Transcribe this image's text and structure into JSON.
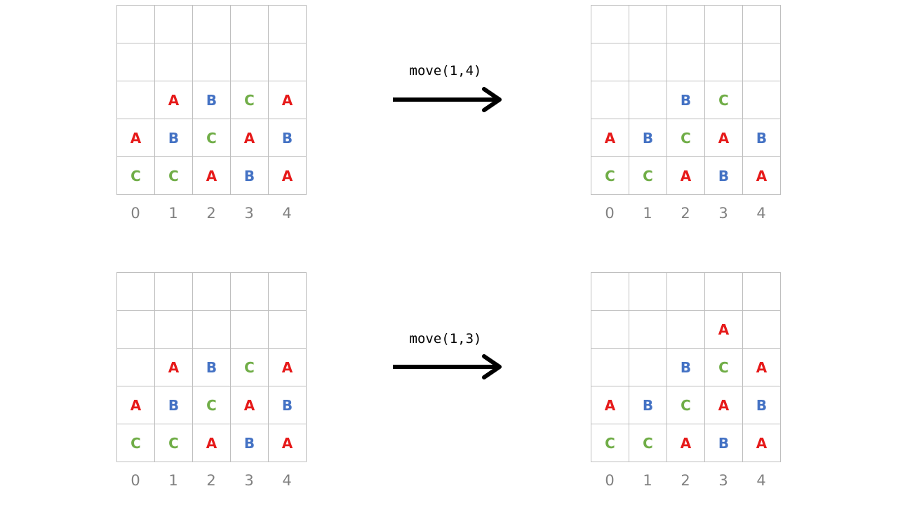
{
  "panels": [
    {
      "id": "top-left",
      "rows": [
        [
          "",
          "",
          "",
          "",
          ""
        ],
        [
          "",
          "",
          "",
          "",
          ""
        ],
        [
          "",
          "A",
          "B",
          "C",
          "A"
        ],
        [
          "A",
          "B",
          "C",
          "A",
          "B"
        ],
        [
          "C",
          "C",
          "A",
          "B",
          "A"
        ]
      ],
      "axis": [
        "0",
        "1",
        "2",
        "3",
        "4"
      ]
    },
    {
      "id": "top-right",
      "rows": [
        [
          "",
          "",
          "",
          "",
          ""
        ],
        [
          "",
          "",
          "",
          "",
          ""
        ],
        [
          "",
          "",
          "B",
          "C",
          ""
        ],
        [
          "A",
          "B",
          "C",
          "A",
          "B"
        ],
        [
          "C",
          "C",
          "A",
          "B",
          "A"
        ]
      ],
      "axis": [
        "0",
        "1",
        "2",
        "3",
        "4"
      ]
    },
    {
      "id": "bottom-left",
      "rows": [
        [
          "",
          "",
          "",
          "",
          ""
        ],
        [
          "",
          "",
          "",
          "",
          ""
        ],
        [
          "",
          "A",
          "B",
          "C",
          "A"
        ],
        [
          "A",
          "B",
          "C",
          "A",
          "B"
        ],
        [
          "C",
          "C",
          "A",
          "B",
          "A"
        ]
      ],
      "axis": [
        "0",
        "1",
        "2",
        "3",
        "4"
      ]
    },
    {
      "id": "bottom-right",
      "rows": [
        [
          "",
          "",
          "",
          "",
          ""
        ],
        [
          "",
          "",
          "",
          "A",
          ""
        ],
        [
          "",
          "",
          "B",
          "C",
          "A"
        ],
        [
          "A",
          "B",
          "C",
          "A",
          "B"
        ],
        [
          "C",
          "C",
          "A",
          "B",
          "A"
        ]
      ],
      "axis": [
        "0",
        "1",
        "2",
        "3",
        "4"
      ]
    }
  ],
  "operations": [
    {
      "label": "move(1,4)"
    },
    {
      "label": "move(1,3)"
    }
  ],
  "colors": {
    "A": "#e61a1a",
    "B": "#4472c4",
    "C": "#70ad47",
    "grid": "#bfbfbf",
    "axis": "#808080"
  },
  "icons": {
    "arrow": "right-arrow-icon"
  }
}
